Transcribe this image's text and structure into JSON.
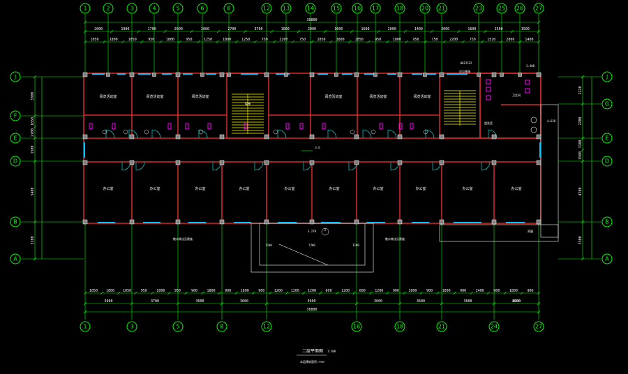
{
  "drawing": {
    "title": "二层平面图",
    "scale": "1:100",
    "subtitle": "本层建筑面积:××m²"
  },
  "axes": {
    "vertical_top": [
      "1",
      "2",
      "3",
      "4",
      "5",
      "6",
      "8",
      "12",
      "13",
      "14",
      "15",
      "16",
      "17",
      "18",
      "20",
      "21",
      "23",
      "25",
      "26",
      "27"
    ],
    "vertical_bottom": [
      "1",
      "3",
      "5",
      "8",
      "12",
      "16",
      "18",
      "21",
      "24",
      "27"
    ],
    "horizontal_left": [
      "J",
      "F",
      "E",
      "D",
      "B",
      "A"
    ],
    "horizontal_right": [
      "J",
      "G",
      "E",
      "D",
      "B",
      "A"
    ]
  },
  "dimensions": {
    "top_total": "36800",
    "top_row1": [
      "2000",
      "1900",
      "1700",
      "2000",
      "2000",
      "2700",
      "3700",
      "1600",
      "2000",
      "1600",
      "1600",
      "2000",
      "1400",
      "3000",
      "1600",
      "1500",
      "1500"
    ],
    "top_row2": [
      "1050",
      "1800",
      "1050",
      "950",
      "1800",
      "950",
      "1250",
      "1800",
      "1250",
      "750",
      "2200",
      "750",
      "1050",
      "1800",
      "1050",
      "950",
      "1800",
      "950",
      "750",
      "2200",
      "750",
      "1520",
      "2800",
      "1400"
    ],
    "bottom_row1": [
      "1050",
      "1800",
      "1050",
      "950",
      "1800",
      "950",
      "900",
      "1800",
      "900",
      "1800",
      "900",
      "1200",
      "1200",
      "1200",
      "600",
      "1200",
      "600",
      "1200",
      "900",
      "1800",
      "900",
      "1800",
      "900",
      "2400",
      "900",
      "1800",
      "900"
    ],
    "bottom_row2": [
      "3900",
      "3700",
      "3600",
      "3600",
      "3600",
      "3600",
      "3600",
      "3600",
      "4200",
      "3600"
    ],
    "bottom_total": "36800",
    "left": [
      "3300",
      "1650",
      "2700",
      "1500",
      "5400",
      "3100"
    ],
    "right": [
      "2220",
      "2200",
      "3180",
      "1500",
      "4700",
      "3300"
    ]
  },
  "rooms": {
    "north": [
      "阅览活动室",
      "阅览活动室",
      "阅览活动室",
      "阅览活动室",
      "阅览活动室",
      "阅览活动室"
    ],
    "south": [
      "办公室",
      "办公室",
      "办公室",
      "办公室",
      "办公室",
      "办公室",
      "办公室",
      "办公室",
      "办公室",
      "办公室"
    ],
    "misc": [
      "卫生间",
      "盥洗室",
      "楼梯"
    ]
  },
  "annotations": {
    "corridor_level": "3.6",
    "balcony_level": "3.270",
    "section_mark": "2",
    "detail_note": "详见建施",
    "stair_ref": "08ZJ512",
    "elev_mark": "4.620",
    "elev_mark2": "3.400",
    "gap_dims": [
      "1100",
      "7200",
      "1100"
    ],
    "canopy_note": "雨篷",
    "notes_left": "散水做法见建施",
    "notes_mid": "散水做法见建施"
  },
  "colors": {
    "grid": "#00ff00",
    "wall": "#ff3030",
    "window": "#00c8ff",
    "stair": "#ffff00",
    "fixture": "#ff00ff",
    "text": "#ffffff"
  }
}
